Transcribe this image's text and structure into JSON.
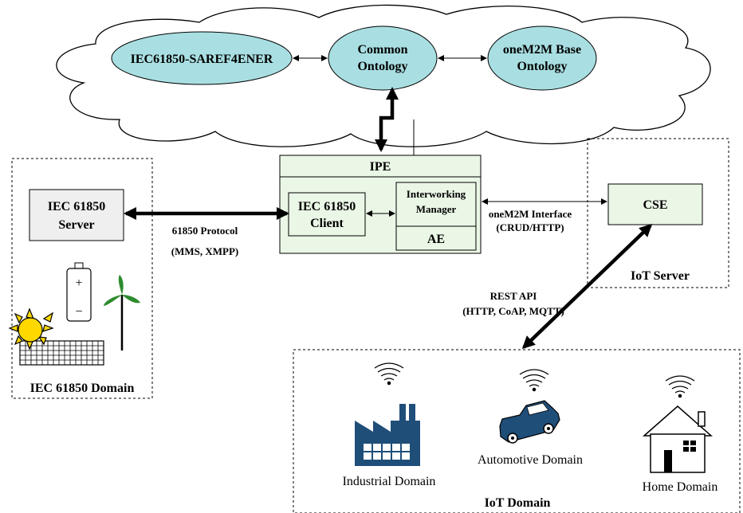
{
  "colors": {
    "ontology_fill": "#a9dfe2",
    "cloud_fill": "#ffffff",
    "ipe_fill": "#eaf6e6",
    "server_fill": "#efefef",
    "cse_fill": "#eaf6e6",
    "icon_blue": "#1f4e79",
    "sun_yellow": "#ffd800",
    "wind_green": "#2e8b2e"
  },
  "cloud": {
    "nodes": [
      {
        "id": "iec-saref",
        "lines": [
          "IEC61850-SAREF4ENER"
        ]
      },
      {
        "id": "common",
        "lines": [
          "Common",
          "Ontology"
        ]
      },
      {
        "id": "onem2m-base",
        "lines": [
          "oneM2M Base",
          "Ontology"
        ]
      }
    ]
  },
  "ipe": {
    "title": "IPE",
    "client": [
      "IEC 61850",
      "Client"
    ],
    "manager": [
      "Interworking",
      "Manager"
    ],
    "ae": "AE"
  },
  "iec_domain": {
    "server": [
      "IEC 61850",
      "Server"
    ],
    "label": "IEC 61850 Domain",
    "battery_plus": "+",
    "battery_minus": "−"
  },
  "protocol": {
    "line1": "61850 Protocol",
    "line2": "(MMS, XMPP)"
  },
  "onem2m_interface": {
    "line1": "oneM2M Interface",
    "line2": "(CRUD/HTTP)"
  },
  "iot_server": {
    "cse": "CSE",
    "label": "IoT Server"
  },
  "rest": {
    "line1": "REST API",
    "line2": "(HTTP, CoAP, MQTT)"
  },
  "iot_domain": {
    "label": "IoT Domain",
    "industrial": "Industrial Domain",
    "automotive": "Automotive Domain",
    "home": "Home Domain"
  }
}
